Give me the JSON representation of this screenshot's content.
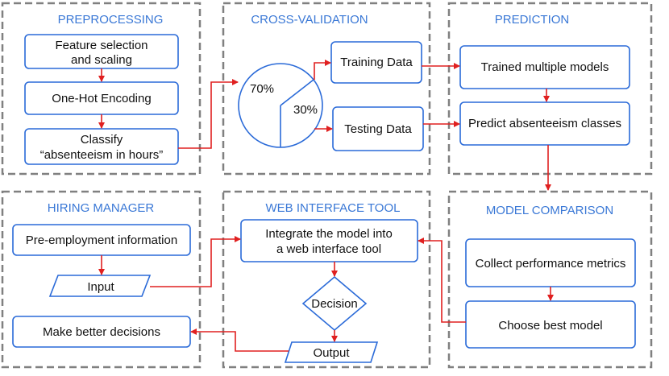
{
  "panels": {
    "preprocessing": "PREPROCESSING",
    "cross_validation": "CROSS-VALIDATION",
    "prediction": "PREDICTION",
    "hiring_manager": "HIRING MANAGER",
    "web_interface_tool": "WEB INTERFACE TOOL",
    "model_comparison": "MODEL COMPARISON"
  },
  "preprocessing": {
    "feature_selection": [
      "Feature selection",
      "and scaling"
    ],
    "one_hot": "One-Hot Encoding",
    "classify": [
      "Classify",
      "“absenteeism in hours”"
    ]
  },
  "cross_validation": {
    "pie_train_pct": "70%",
    "pie_test_pct": "30%",
    "training_data": "Training Data",
    "testing_data": "Testing Data"
  },
  "prediction": {
    "trained_models": "Trained multiple models",
    "predict_classes": "Predict absenteeism classes"
  },
  "hiring_manager": {
    "pre_employment": "Pre-employment information",
    "input": "Input",
    "make_better": "Make better decisions"
  },
  "web_interface": {
    "integrate": [
      "Integrate the model into",
      "a web interface tool"
    ],
    "decision": "Decision",
    "output": "Output"
  },
  "model_comparison": {
    "collect_metrics": "Collect performance metrics",
    "choose_best": "Choose best model"
  },
  "colors": {
    "panel_border": "#808080",
    "box_border": "#2a6ad8",
    "title": "#3a78d6",
    "arrow": "#e02020"
  }
}
